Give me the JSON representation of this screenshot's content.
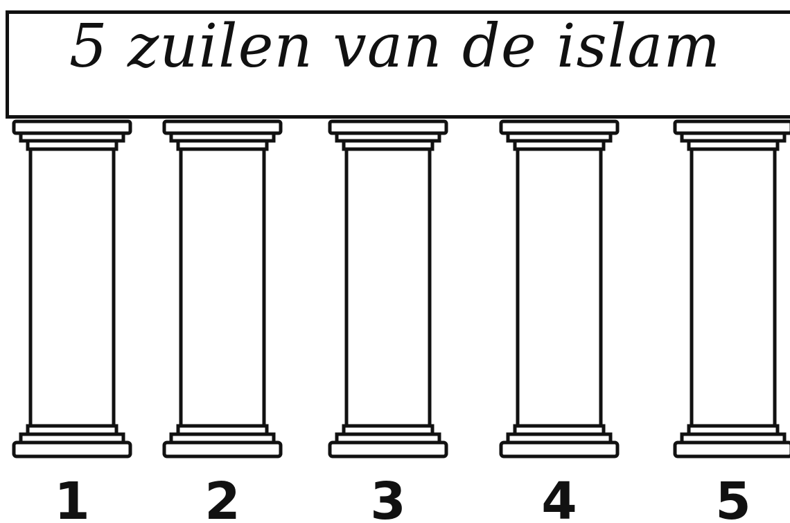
{
  "title": "5 zuilen van de islam",
  "pillars": [
    {
      "number": "1"
    },
    {
      "number": "2"
    },
    {
      "number": "3"
    },
    {
      "number": "4"
    },
    {
      "number": "5"
    }
  ],
  "colors": {
    "ink": "#111111",
    "paper": "#ffffff"
  },
  "icons": [
    "pillar-icon"
  ]
}
